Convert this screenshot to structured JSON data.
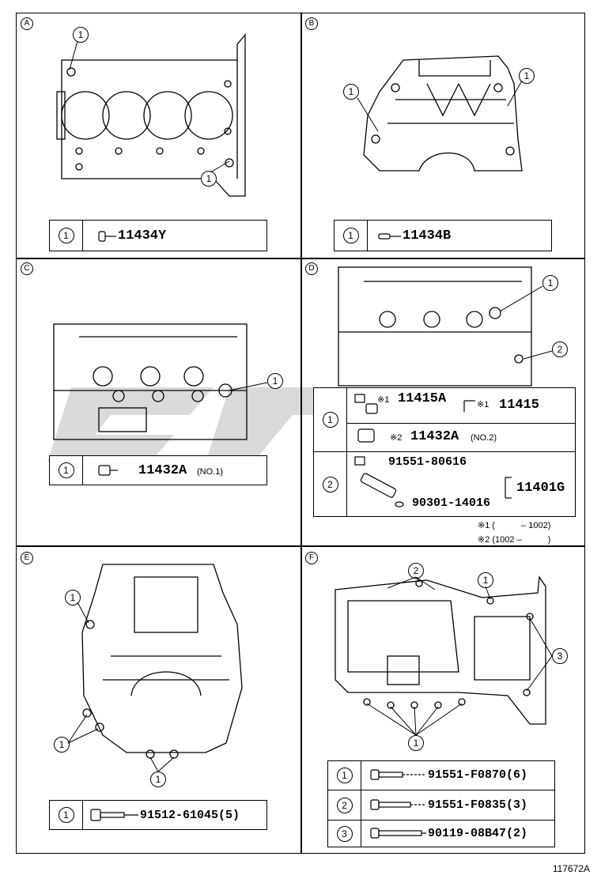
{
  "panels": {
    "A": {
      "label": "A",
      "callouts": [
        "1",
        "1"
      ],
      "row_num": "1",
      "part": "11434Y"
    },
    "B": {
      "label": "B",
      "callouts": [
        "1",
        "1"
      ],
      "row_num": "1",
      "part": "11434B"
    },
    "C": {
      "label": "C",
      "callouts": [
        "1"
      ],
      "row_num": "1",
      "part": "11432A",
      "part_note": "(NO.1)"
    },
    "D": {
      "label": "D",
      "callouts": [
        "1",
        "2"
      ],
      "row1_num": "1",
      "row1_mark1": "※1",
      "row1_part1": "11415A",
      "row1_mark2": "※1",
      "row1_part2": "11415",
      "row1_mark3": "※2",
      "row1_part3": "11432A",
      "row1_note3": "(NO.2)",
      "row2_num": "2",
      "row2_part1": "91551-80616",
      "row2_part2": "90301-14016",
      "row2_assy": "11401G",
      "note1": "※1 (　　　– 1002)",
      "note2": "※2 (1002 –　　　)"
    },
    "E": {
      "label": "E",
      "callouts": [
        "1",
        "1",
        "1"
      ],
      "row_num": "1",
      "part": "91512-61045(5)"
    },
    "F": {
      "label": "F",
      "callouts": [
        "2",
        "1",
        "3",
        "1"
      ],
      "rows": [
        {
          "num": "1",
          "part": "91551-F0870(6)"
        },
        {
          "num": "2",
          "part": "91551-F0835(3)"
        },
        {
          "num": "3",
          "part": "90119-08B47(2)"
        }
      ]
    }
  },
  "figure_number": "117672A"
}
